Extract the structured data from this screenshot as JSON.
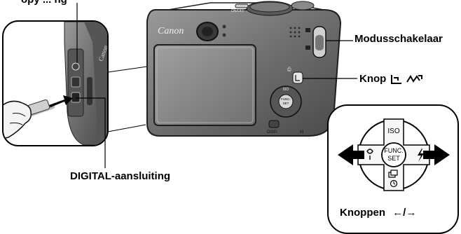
{
  "labels": {
    "top_cut": "opy ... ng",
    "mode_switch": "Modusschakelaar",
    "print_button_prefix": "Knop",
    "digital_port": "DIGITAL-aansluiting",
    "buttons_prefix": "Knoppen",
    "buttons_arrows": "←/→"
  },
  "camera": {
    "brand": "Canon",
    "side_brand": "Canon",
    "onoff": "ON/OFF",
    "disp": "DISP.",
    "menu": "M"
  },
  "dial": {
    "top": "ISO",
    "center_line1": "FUNC.",
    "center_line2": "SET"
  },
  "colors": {
    "body": "#6b6b6b",
    "body_dark": "#3a3a3a",
    "screen": "#8a8a8a",
    "ink": "#000000"
  }
}
